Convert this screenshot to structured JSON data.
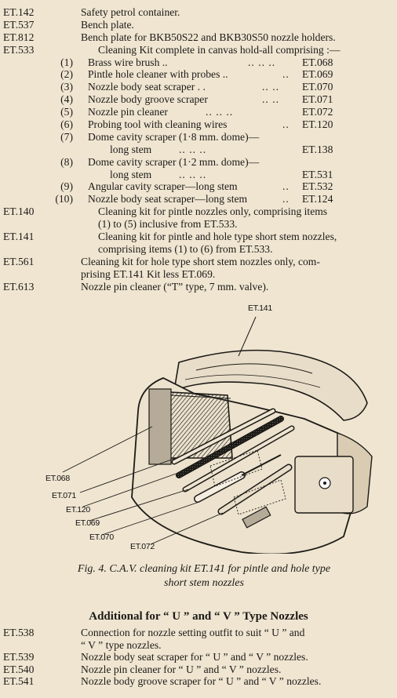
{
  "items": [
    {
      "code": "ET.142",
      "desc": "Safety petrol container."
    },
    {
      "code": "ET.537",
      "desc": "Bench plate."
    },
    {
      "code": "ET.812",
      "desc": "Bench plate for BKB50S22 and BKB30S50 nozzle holders."
    },
    {
      "code": "ET.533",
      "desc": "Cleaning Kit complete in canvas hold-all comprising :—"
    }
  ],
  "kit": [
    {
      "num": "(1)",
      "name": "Brass wire brush ..",
      "leader": "..      ..      ..",
      "ref": "ET.068"
    },
    {
      "num": "(2)",
      "name": "Pintle hole cleaner with probes ..",
      "leader": "..",
      "ref": "ET.069"
    },
    {
      "num": "(3)",
      "name": "Nozzle body seat scraper . .",
      "leader": "..      ..",
      "ref": "ET.070"
    },
    {
      "num": "(4)",
      "name": "Nozzle body groove scraper",
      "leader": "..      ..",
      "ref": "ET.071"
    },
    {
      "num": "(5)",
      "name": "Nozzle pin cleaner",
      "leader": "..      ..      ..",
      "ref": "ET.072"
    },
    {
      "num": "(6)",
      "name": "Probing tool with cleaning wires",
      "leader": "..",
      "ref": "ET.120"
    },
    {
      "num": "(7)",
      "name": "Dome cavity scraper (1·8 mm. dome)—",
      "name2": "long stem",
      "leader": "..      ..      ..",
      "ref": "ET.138"
    },
    {
      "num": "(8)",
      "name": "Dome cavity scraper (1·2 mm. dome)—",
      "name2": "long stem",
      "leader": "..      ..      ..",
      "ref": "ET.531"
    },
    {
      "num": "(9)",
      "name": "Angular cavity scraper—long stem",
      "leader": "..",
      "ref": "ET.532"
    },
    {
      "num": "(10)",
      "name": "Nozzle body seat scraper—long stem",
      "leader": "..",
      "ref": "ET.124"
    }
  ],
  "items_b": [
    {
      "code": "ET.140",
      "line1": "Cleaning kit for pintle nozzles only, comprising items",
      "line2": "(1) to (5) inclusive from ET.533."
    },
    {
      "code": "ET.141",
      "line1": "Cleaning kit for pintle and hole type short stem nozzles,",
      "line2": "comprising items (1) to (6) from ET.533."
    },
    {
      "code": "ET.561",
      "line1": "Cleaning kit for hole type short stem nozzles only, com-",
      "line2": "prising ET.141 Kit less ET.069."
    },
    {
      "code": "ET.613",
      "line1": "Nozzle pin cleaner (“T” type, 7 mm. valve)."
    }
  ],
  "figure": {
    "callouts": {
      "top": "ET.141",
      "c1": "ET.068",
      "c2": "ET.071",
      "c3": "ET.120",
      "c4": "ET.069",
      "c5": "ET.070",
      "c6": "ET.072"
    }
  },
  "caption": {
    "line1": "Fig. 4.  C.A.V. cleaning kit ET.141 for pintle and hole type",
    "line2": "short stem nozzles"
  },
  "additional": {
    "heading": "Additional for “ U ” and “ V ” Type Nozzles",
    "items": [
      {
        "code": "ET.538",
        "line1": "Connection for nozzle setting outfit to suit “ U ” and",
        "line2": "“ V ” type nozzles."
      },
      {
        "code": "ET.539",
        "line1": "Nozzle body seat scraper for “ U ” and “ V ” nozzles."
      },
      {
        "code": "ET.540",
        "line1": "Nozzle pin cleaner for “ U ” and “ V ” nozzles."
      },
      {
        "code": "ET.541",
        "line1": "Nozzle body groove scraper for “ U ” and “ V ” nozzles."
      }
    ]
  }
}
